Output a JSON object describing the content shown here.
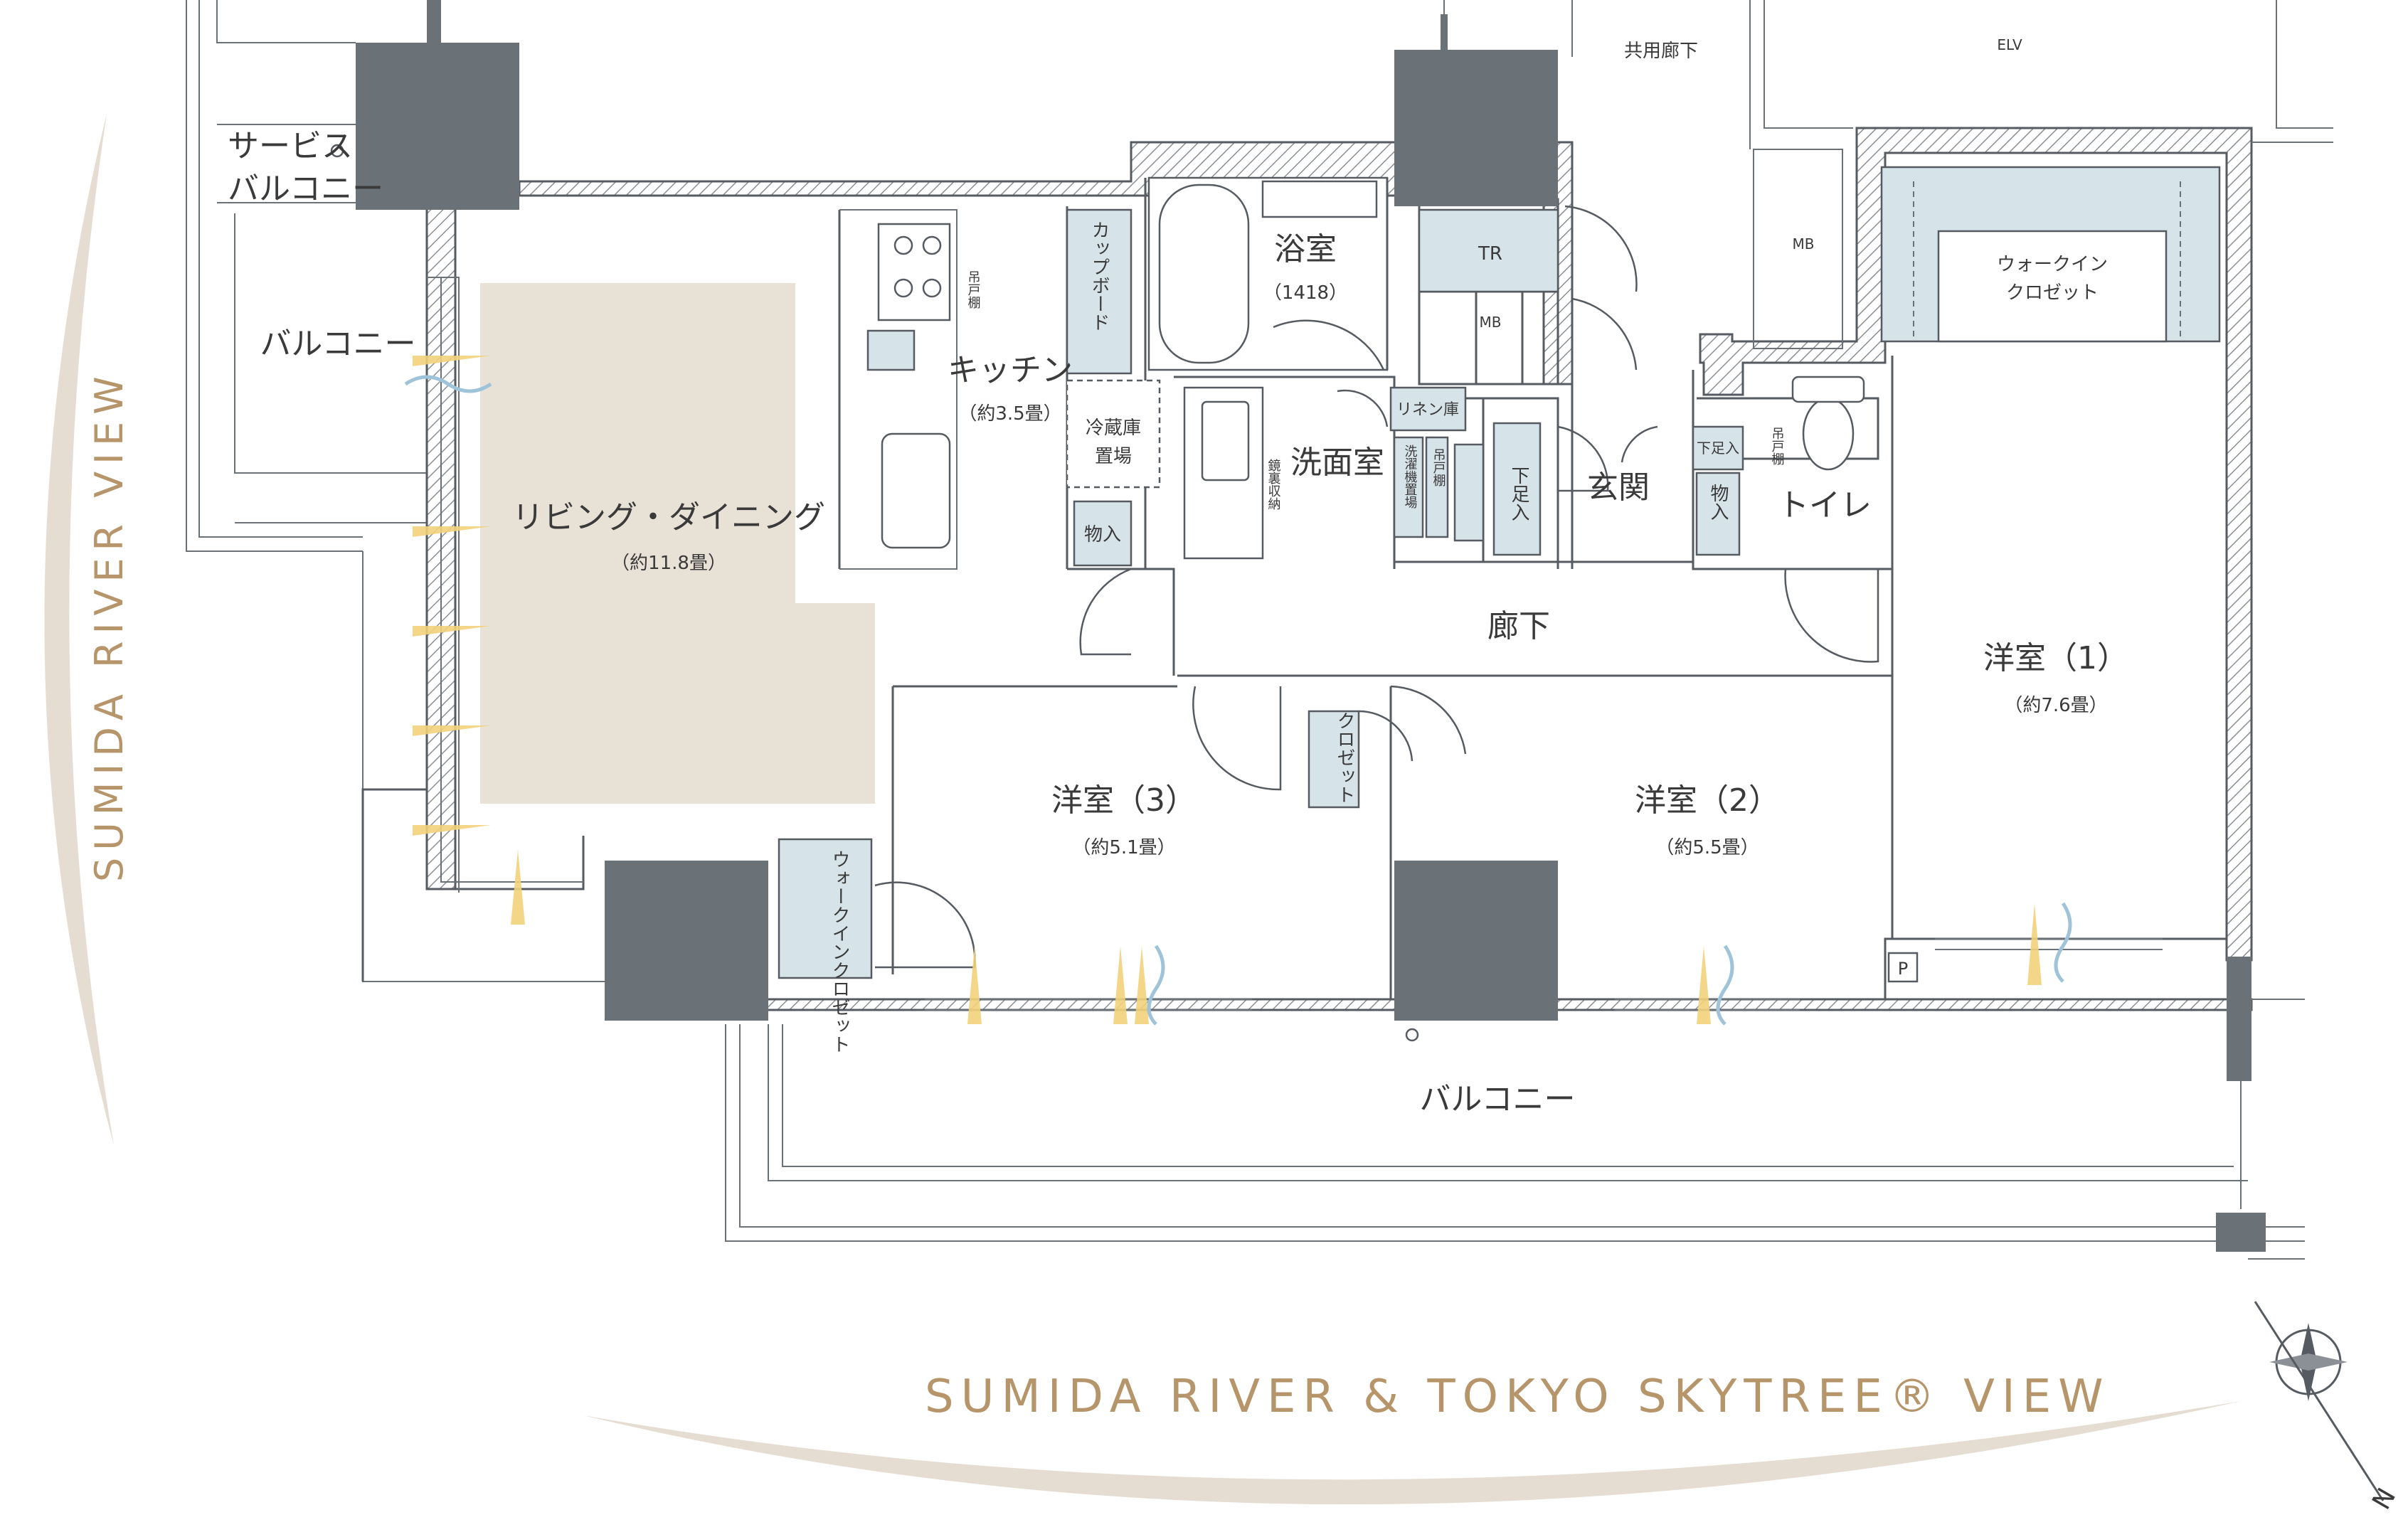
{
  "rooms": {
    "living": {
      "name": "リビング・ダイニング",
      "size": "（約11.8畳）"
    },
    "kitchen": {
      "name": "キッチン",
      "size": "（約3.5畳）"
    },
    "bath": {
      "name": "浴室",
      "size": "（1418）"
    },
    "wash": {
      "name": "洗面室"
    },
    "entrance": {
      "name": "玄関"
    },
    "toilet": {
      "name": "トイレ"
    },
    "corridor": {
      "name": "廊下"
    },
    "room1": {
      "name": "洋室（1）",
      "size": "（約7.6畳）"
    },
    "room2": {
      "name": "洋室（2）",
      "size": "（約5.5畳）"
    },
    "room3": {
      "name": "洋室（3）",
      "size": "（約5.1畳）"
    },
    "balcony_left": {
      "name": "バルコニー"
    },
    "balcony_bottom": {
      "name": "バルコニー"
    },
    "service_balcony": {
      "line1": "サービス",
      "line2": "バルコニー"
    },
    "common_corridor": {
      "name": "共用廊下"
    }
  },
  "storage": {
    "cupboard": "カップボード",
    "fridge_l1": "冷蔵庫",
    "fridge_l2": "置場",
    "kitchen_mono": "物入",
    "hanging_kitchen": "吊戸棚",
    "linen": "リネン庫",
    "mirror": "鏡裏収納",
    "washer": "洗濯機置場",
    "hanging_wash": "吊戸棚",
    "shoes": "下足入",
    "shoes_small": "下足入",
    "entrance_mono": "物入",
    "hanging_toilet": "吊戸棚",
    "walkin1_l1": "ウォークイン",
    "walkin1_l2": "クロゼット",
    "walkin3": "ウォークインクロゼット",
    "closet2": "クロゼット",
    "tr": "TR",
    "mb1": "MB",
    "mb2": "MB",
    "elv": "ELV",
    "p": "P"
  },
  "views": {
    "left": "SUMIDA RIVER VIEW",
    "bottom": "SUMIDA RIVER & TOKYO SKYTREE® VIEW"
  },
  "compass": {
    "north": "N"
  },
  "colors": {
    "ldk": "#e8e1d6",
    "storage": "#d6e3e8",
    "pillar": "#6b7277",
    "view": "#b7956a",
    "light": "#f2d17a"
  }
}
